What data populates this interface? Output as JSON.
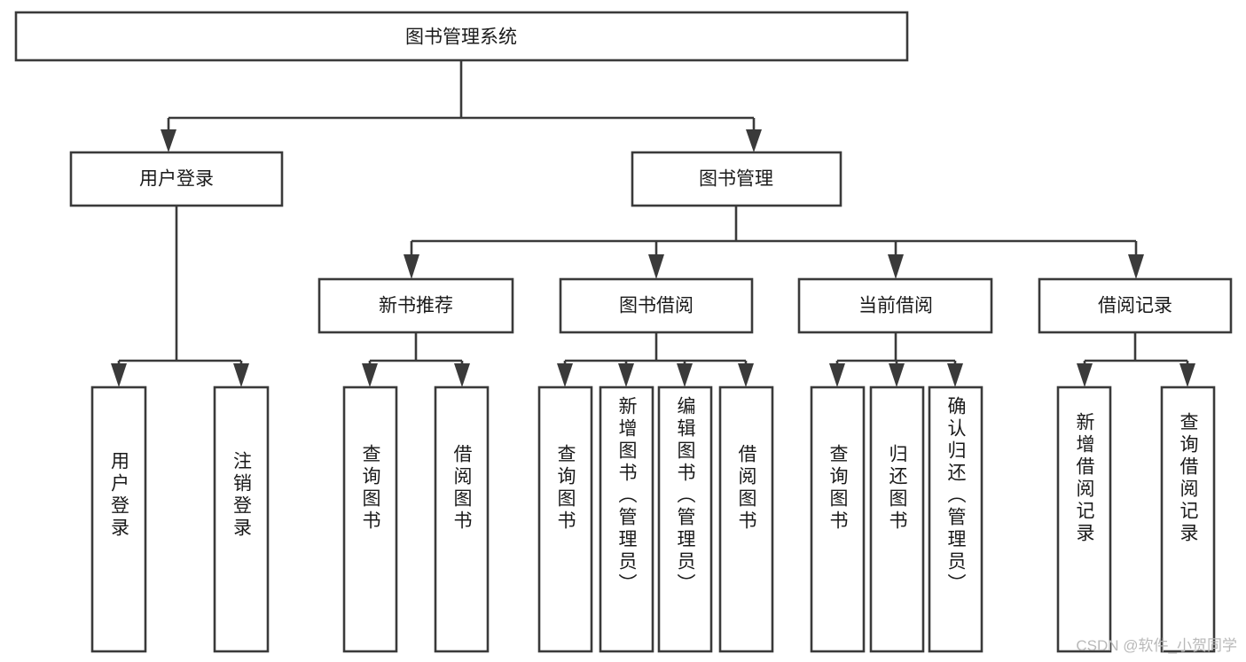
{
  "diagram": {
    "title": "图书管理系统",
    "type": "tree",
    "orientation": "top-down",
    "colors": {
      "box_stroke": "#3a3a3a",
      "box_fill": "#ffffff",
      "connector": "#3a3a3a",
      "text": "#1a1a1a",
      "background": "#ffffff",
      "watermark": "#b9b9b9"
    },
    "root": {
      "label": "图书管理系统"
    },
    "level2": [
      {
        "label": "用户登录"
      },
      {
        "label": "图书管理"
      }
    ],
    "level3": [
      {
        "label": "新书推荐"
      },
      {
        "label": "图书借阅"
      },
      {
        "label": "当前借阅"
      },
      {
        "label": "借阅记录"
      }
    ],
    "leaves": {
      "user_login": [
        {
          "label": "用户登录"
        },
        {
          "label": "注销登录"
        }
      ],
      "new_book_recommend": [
        {
          "label": "查询图书"
        },
        {
          "label": "借阅图书"
        }
      ],
      "book_borrow": [
        {
          "label": "查询图书"
        },
        {
          "label": "新增图书（管理员）"
        },
        {
          "label": "编辑图书（管理员）"
        },
        {
          "label": "借阅图书"
        }
      ],
      "current_borrow": [
        {
          "label": "查询图书"
        },
        {
          "label": "归还图书"
        },
        {
          "label": "确认归还（管理员）"
        }
      ],
      "borrow_record": [
        {
          "label": "新增借阅记录"
        },
        {
          "label": "查询借阅记录"
        }
      ]
    }
  },
  "watermark": {
    "text": "CSDN @软件_小贺同学"
  }
}
